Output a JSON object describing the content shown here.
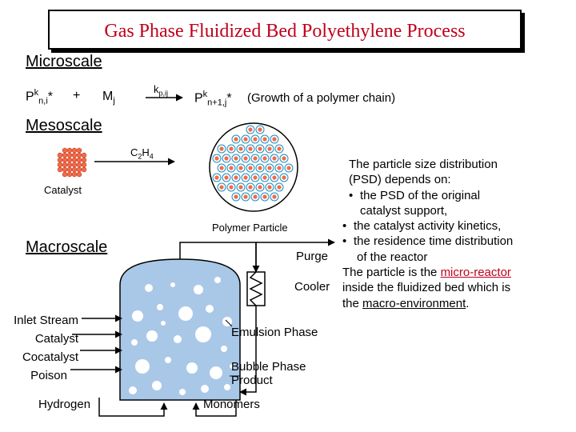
{
  "title": "Gas Phase Fluidized Bed Polyethylene Process",
  "micro": {
    "label": "Microscale",
    "p_base": "P",
    "p_sup": "k",
    "p_sub": "n,i",
    "star": "*",
    "plus": "+",
    "m_base": "M",
    "m_sub": "j",
    "k_label": "k",
    "k_sub": "p,ij",
    "product_base": "P",
    "product_sup": "k",
    "product_sub": "n+1,j",
    "product_star": "*",
    "note": "(Growth of a polymer chain)"
  },
  "meso": {
    "label": "Mesoscale",
    "reagent_c": "C",
    "reagent_c_sub": "2",
    "reagent_h": "H",
    "reagent_h_sub": "4",
    "catalyst_label": "Catalyst",
    "polymer_label": "Polymer Particle"
  },
  "macro": {
    "label": "Macroscale",
    "purge": "Purge",
    "cooler": "Cooler",
    "inlets": [
      "Inlet Stream",
      "Catalyst",
      "Cocatalyst",
      "Poison"
    ],
    "hydrogen": "Hydrogen",
    "emulsion": "Emulsion Phase",
    "bubble": "Bubble Phase",
    "product": "Product",
    "monomers": "Monomers"
  },
  "notes": {
    "l1": "The particle size distribution",
    "l2": "(PSD) depends on:",
    "b1": "•",
    "l3": "the PSD of the original",
    "l4": "catalyst support,",
    "b2": "•",
    "l5": "the catalyst activity kinetics,",
    "b3": "•",
    "l6": "the residence time distribution",
    "l7": "of the reactor",
    "l8a": "The particle is the ",
    "l8b": "micro-reactor",
    "l9": "inside the fluidized bed which is",
    "l10a": "the ",
    "l10b": "macro-environment",
    "l10c": "."
  },
  "colors": {
    "title": "#c0001a",
    "particle_fill": "#f26a4a",
    "particle_ring": "#1a8fc0",
    "reactor_fill": "#a9c8e8",
    "bubble_fill": "#ffffff"
  }
}
